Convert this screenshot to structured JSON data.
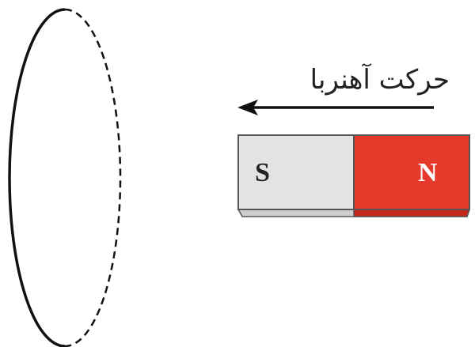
{
  "motion_label": "حرکت آهنربا",
  "magnet": {
    "south_label": "S",
    "north_label": "N",
    "south_color": "#e3e3e3",
    "north_color": "#e5392b",
    "north_side_color": "#c5271d"
  },
  "arrow": {
    "direction": "left"
  },
  "loop": {
    "front_style": "solid",
    "back_style": "dashed"
  }
}
